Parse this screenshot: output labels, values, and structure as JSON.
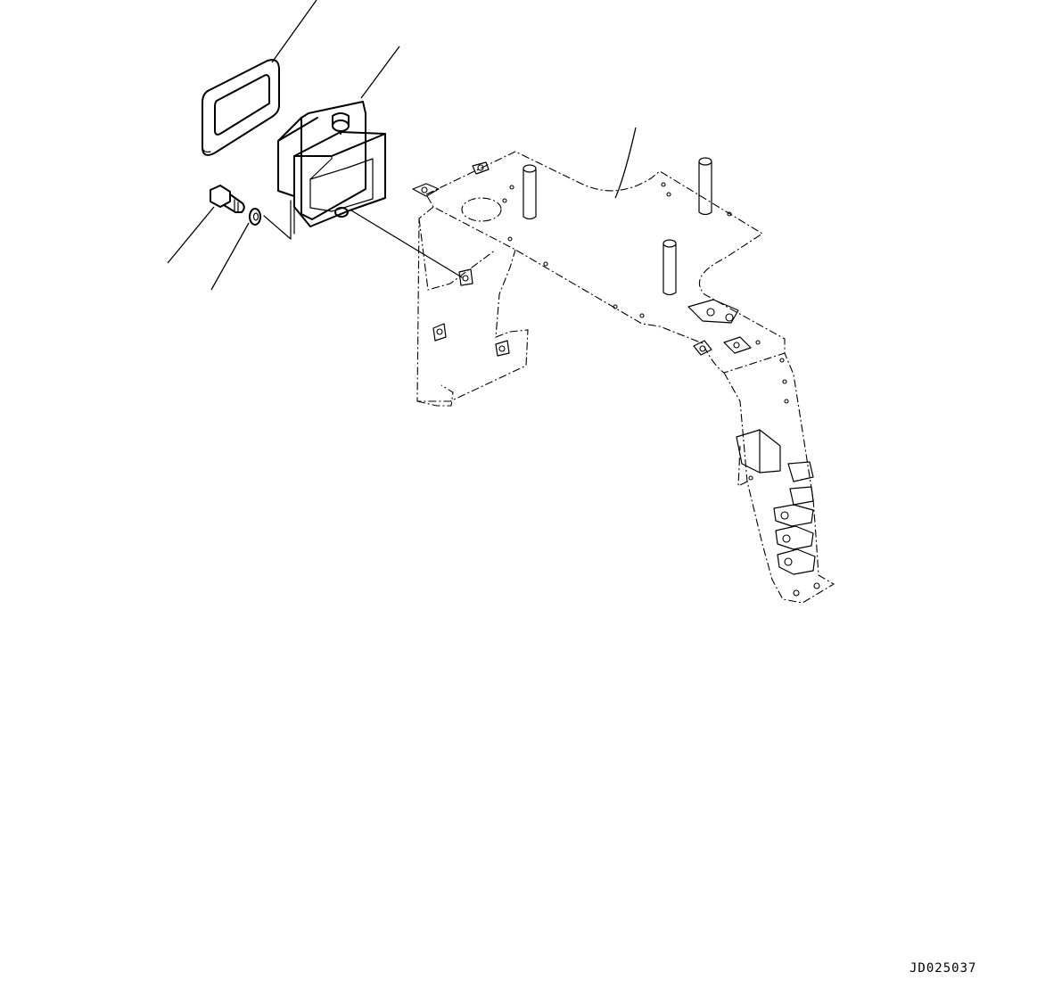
{
  "figure": {
    "reference_code": "JD025037"
  },
  "parts": [
    {
      "name": "seal",
      "icon": "rectangular-gasket-icon"
    },
    {
      "name": "duct",
      "icon": "air-duct-icon"
    },
    {
      "name": "bolt",
      "icon": "hex-bolt-icon"
    },
    {
      "name": "washer",
      "icon": "washer-icon"
    },
    {
      "name": "bracket",
      "icon": "frame-bracket-icon"
    }
  ],
  "colors": {
    "line": "#000000",
    "background": "#ffffff"
  }
}
